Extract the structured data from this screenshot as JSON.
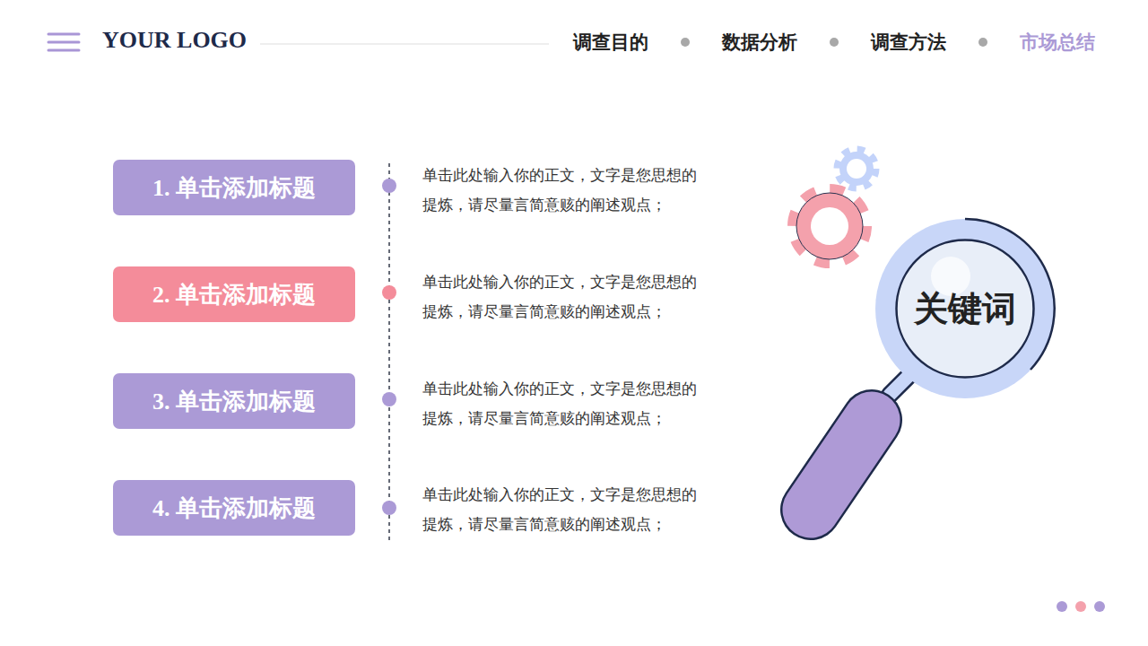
{
  "diagram": {
    "nodes": [
      {
        "text": [
          "1. 单击添加标题"
        ]
      },
      {
        "text": [
          "2. 单击添加标题"
        ]
      },
      {
        "text": [
          "3. 单击添加标题"
        ]
      },
      {
        "text": [
          "4. 单击添加标题"
        ]
      },
      {
        "text": [
          "关键词"
        ]
      }
    ],
    "labels": [
      "YOUR LOGO",
      "调查目的",
      "数据分析",
      "调查方法",
      "市场总结",
      "单击此处输入你的正文，文字是您思想的 提炼，请尽量言简意赅的阐述观点；",
      "单击此处输入你的正文，文字是您思想的 提炼，请尽量言简意赅的阐述观点；",
      "单击此处输入你的正文，文字是您思想的 提炼，请尽量言简意赅的阐述观点；",
      "单击此处输入你的正文，文字是您思想的 提炼，请尽量言简意赅的阐述观点；"
    ]
  }
}
